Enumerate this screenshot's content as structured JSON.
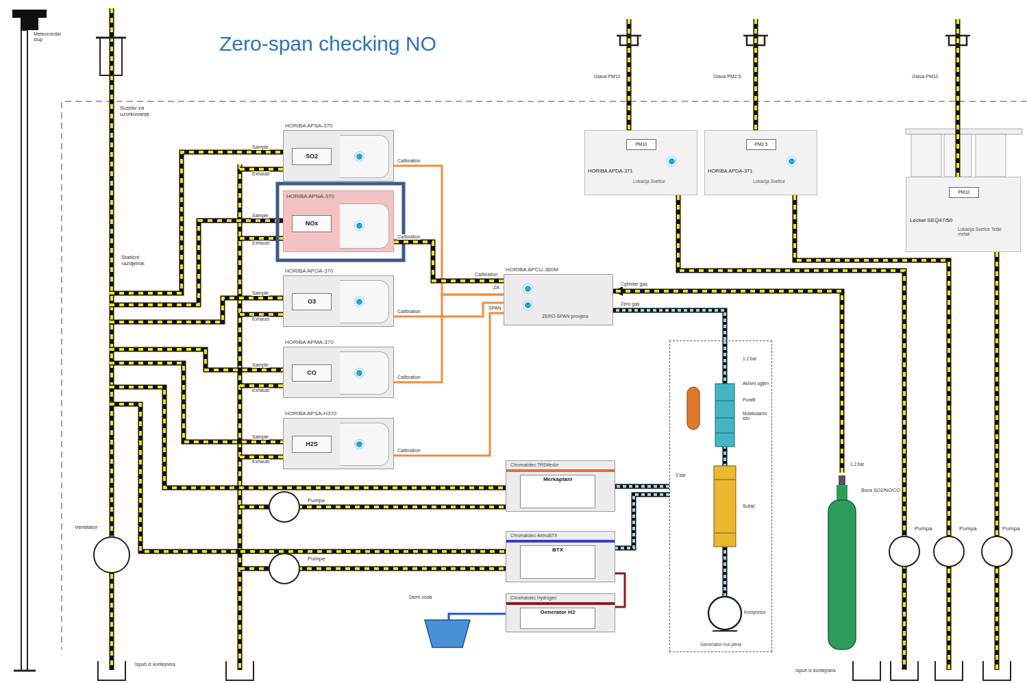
{
  "diagram": {
    "title": "Zero-span checking NO",
    "nodes": [
      {
        "text": [
          "HORIBA APSA-370",
          "SO2"
        ]
      },
      {
        "text": [
          "HORIBA APNA-370",
          "NOx"
        ]
      },
      {
        "text": [
          "HORIBA APOA-370",
          "O3"
        ]
      },
      {
        "text": [
          "HORIBA APMA-370",
          "CO"
        ]
      },
      {
        "text": [
          "HORIBA APSA-H370",
          "H2S"
        ]
      },
      {
        "text": [
          "HORIBA APCU-360M",
          "ZERO-SPAN provjera"
        ]
      },
      {
        "text": [
          "PM10",
          "HORIBA APDA-371",
          "Lokacija Svetice"
        ]
      },
      {
        "text": [
          "PM2.5",
          "HORIBA APDA-371",
          "Lokacija Svetice"
        ]
      },
      {
        "text": [
          "PM10",
          "Leckel SEQ47/50",
          "Lokacija Svetice Teški metali"
        ]
      },
      {
        "text": [
          "Chromatotec TRSMedor",
          "Merkaptani"
        ]
      },
      {
        "text": [
          "Chromatotec AirmoBTX",
          "BTX"
        ]
      },
      {
        "text": [
          "Chromatotec Hydrogen",
          "Generator H2"
        ]
      },
      {
        "text": [
          "Generator nul-plina"
        ]
      },
      {
        "text": [
          "Boca SO2/NO/CO"
        ]
      }
    ],
    "edges": [
      {
        "from": 0,
        "to": 5,
        "arrow": "none"
      },
      {
        "from": 1,
        "to": 5,
        "arrow": "none"
      },
      {
        "from": 2,
        "to": 5,
        "arrow": "none"
      },
      {
        "from": 3,
        "to": 5,
        "arrow": "none"
      },
      {
        "from": 4,
        "to": 5,
        "arrow": "none"
      },
      {
        "from": 13,
        "to": 5,
        "arrow": "to"
      },
      {
        "from": 12,
        "to": 5,
        "arrow": "none"
      },
      {
        "from": 12,
        "to": 9,
        "arrow": "none"
      },
      {
        "from": 12,
        "to": 10,
        "arrow": "none"
      },
      {
        "from": 11,
        "to": 10,
        "arrow": "none"
      }
    ],
    "labels": [
      "Meteorološki stup",
      "Sustav za uzorkovanje",
      "Statični razdjelnik",
      "Sample",
      "Exhaust",
      "Calibration",
      "Sample",
      "Exhaust",
      "Calibration",
      "Sample",
      "Exhaust",
      "Calibration",
      "Sample",
      "Exhaust",
      "Calibration",
      "Sample",
      "Exhaust",
      "Calibration",
      "Calibration",
      "ZA",
      "SPAN",
      "Cylinder gas",
      "Zero gas",
      "Glava PM10",
      "Glava PM2.5",
      "Glava PM10",
      "Ventilator",
      "Pumpe",
      "Pumpe",
      "Pumpa",
      "Pumpa",
      "Pumpa",
      "Ispuh iz kontejnera",
      "Ispuh iz kontejnera",
      "Demi voda",
      "Aktivni ugljen",
      "Purafil",
      "Molekularno sito",
      "Sušač",
      "Kompresor",
      "1.2 bar",
      "3 bar",
      "1.2 bar"
    ]
  }
}
